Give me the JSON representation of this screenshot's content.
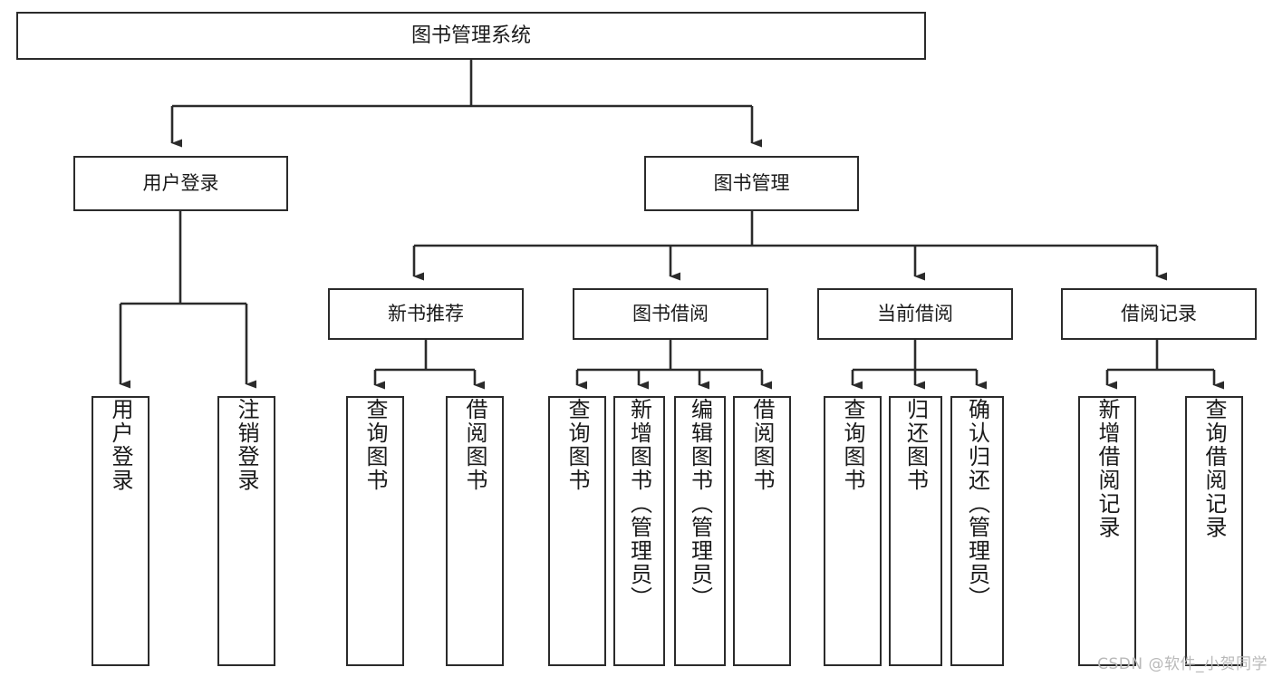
{
  "diagram": {
    "title": "图书管理系统",
    "watermark": "CSDN @软件_小贺同学",
    "stroke_color": "#2b2b2b",
    "background_color": "#ffffff",
    "text_color": "#1a1a1a",
    "watermark_color": "#b9b9b9",
    "type": "tree-hierarchy",
    "root": "图书管理系统",
    "level2": [
      "用户登录",
      "图书管理"
    ],
    "level3": [
      "新书推荐",
      "图书借阅",
      "当前借阅",
      "借阅记录"
    ],
    "nodes": {
      "root": "图书管理系统",
      "user_login": "用户登录",
      "book_manage": "图书管理",
      "new_book_rec": "新书推荐",
      "book_borrow": "图书借阅",
      "current_borrow": "当前借阅",
      "borrow_record": "借阅记录",
      "leaf_user_login": "用户登录",
      "leaf_logout": "注销登录",
      "leaf_query_book_a": "查询图书",
      "leaf_borrow_book_a": "借阅图书",
      "leaf_query_book_b": "查询图书",
      "leaf_add_book": "新增图书（管理员）",
      "leaf_edit_book": "编辑图书（管理员）",
      "leaf_borrow_book_b": "借阅图书",
      "leaf_query_book_c": "查询图书",
      "leaf_return_book": "归还图书",
      "leaf_confirm_return": "确认归还（管理员）",
      "leaf_add_record": "新增借阅记录",
      "leaf_query_record": "查询借阅记录"
    },
    "edges": [
      {
        "from": "图书管理系统",
        "to": "用户登录"
      },
      {
        "from": "图书管理系统",
        "to": "图书管理"
      },
      {
        "from": "用户登录",
        "to": "用户登录"
      },
      {
        "from": "用户登录",
        "to": "注销登录"
      },
      {
        "from": "图书管理",
        "to": "新书推荐"
      },
      {
        "from": "图书管理",
        "to": "图书借阅"
      },
      {
        "from": "图书管理",
        "to": "当前借阅"
      },
      {
        "from": "图书管理",
        "to": "借阅记录"
      },
      {
        "from": "新书推荐",
        "to": "查询图书"
      },
      {
        "from": "新书推荐",
        "to": "借阅图书"
      },
      {
        "from": "图书借阅",
        "to": "查询图书"
      },
      {
        "from": "图书借阅",
        "to": "新增图书（管理员）"
      },
      {
        "from": "图书借阅",
        "to": "编辑图书（管理员）"
      },
      {
        "from": "图书借阅",
        "to": "借阅图书"
      },
      {
        "from": "当前借阅",
        "to": "查询图书"
      },
      {
        "from": "当前借阅",
        "to": "归还图书"
      },
      {
        "from": "当前借阅",
        "to": "确认归还（管理员）"
      },
      {
        "from": "借阅记录",
        "to": "新增借阅记录"
      },
      {
        "from": "借阅记录",
        "to": "查询借阅记录"
      }
    ]
  }
}
